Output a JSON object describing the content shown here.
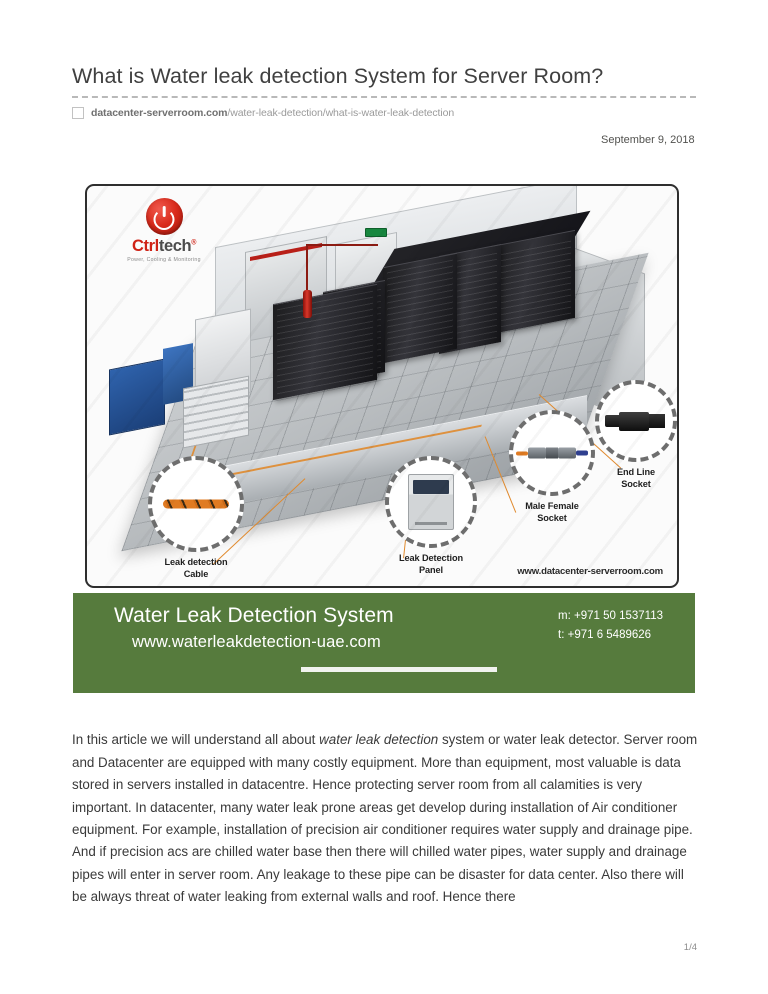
{
  "header": {
    "title": "What is Water leak detection System for Server Room?",
    "url_domain": "datacenter-serverroom.com",
    "url_path": "/water-leak-detection/what-is-water-leak-detection",
    "date": "September 9, 2018"
  },
  "diagram": {
    "logo": {
      "word_part1": "Ctrl",
      "word_part2": "tech",
      "registered": "®",
      "tagline": "Power, Cooling & Monitoring"
    },
    "callouts": [
      {
        "label": "Leak detection Cable",
        "line1": "Leak detection",
        "line2": "Cable"
      },
      {
        "label": "Leak Detection Panel",
        "line1": "Leak Detection",
        "line2": "Panel"
      },
      {
        "label": "Male Female Socket",
        "line1": "Male Female",
        "line2": "Socket"
      },
      {
        "label": "End Line Socket",
        "line1": "End Line",
        "line2": "Socket"
      }
    ],
    "watermark_url": "www.datacenter-serverroom.com"
  },
  "banner": {
    "title": "Water Leak Detection System",
    "website": "www.waterleakdetection-uae.com",
    "mobile": "m: +971 50 1537113",
    "telephone": "t: +971 6 5489626",
    "accent_color": "#567b3d"
  },
  "article": {
    "text_before_em": "In this article we will understand all about ",
    "emphasis": "water leak detection",
    "text_after_em": " system or water leak detector. Server room and Datacenter are equipped with many costly equipment. More than equipment, most valuable is data stored in servers installed in datacentre. Hence protecting server room from all calamities is very important. In datacenter, many water leak prone areas get develop during installation of Air conditioner equipment. For example, installation of precision air conditioner requires water supply and drainage pipe. And if precision acs are chilled water base then there will chilled water pipes, water supply and drainage pipes will enter in server room. Any leakage to these pipe can be disaster for data center. Also there will be always threat of water leaking from external walls and roof. Hence there"
  },
  "footer": {
    "page_indicator": "1/4"
  }
}
